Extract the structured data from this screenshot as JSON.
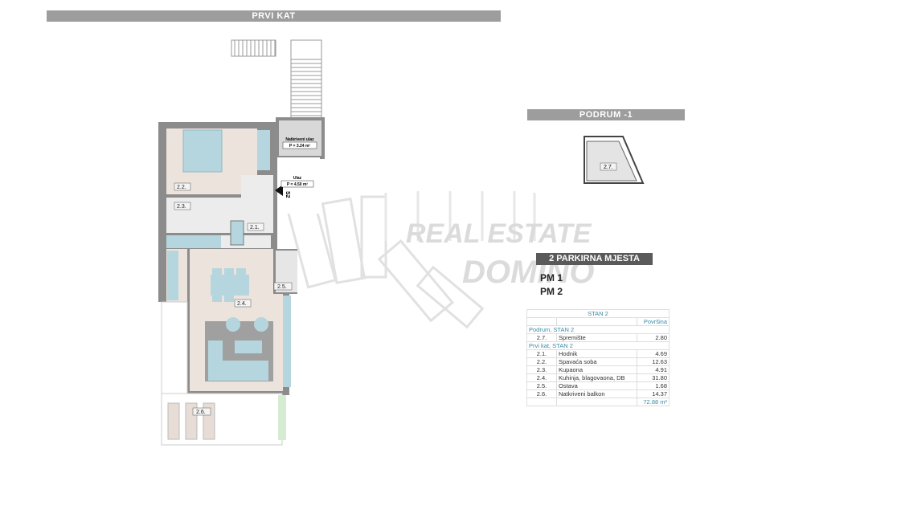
{
  "floors": {
    "first_floor_title": "PRVI KAT",
    "basement_title": "PODRUM -1"
  },
  "plan": {
    "rooms": {
      "r21": "2.1.",
      "r22": "2.2.",
      "r23": "2.3.",
      "r24": "2.4.",
      "r25": "2.5.",
      "r26": "2.6.",
      "r27": "2.7."
    },
    "covered_entry_label": "Natkriveni ulaz",
    "covered_entry_area": "P = 3.24 m²",
    "entry_label": "Ulaz",
    "entry_area": "P = 4.50 m²",
    "entry_code": "S2"
  },
  "parking": {
    "title": "2 PARKIRNA MJESTA",
    "spots": [
      "PM 1",
      "PM 2"
    ]
  },
  "watermark": {
    "line1": "REAL ESTATE",
    "line2": "DOMINO"
  },
  "area_table": {
    "title": "STAN 2",
    "column_header": "Površina",
    "sections": [
      {
        "name": "Podrum, STAN 2",
        "rows": [
          {
            "no": "2.7.",
            "room": "Spremište",
            "area": "2.80"
          }
        ]
      },
      {
        "name": "Prvi  kat, STAN 2",
        "rows": [
          {
            "no": "2.1.",
            "room": "Hodnik",
            "area": "4.69"
          },
          {
            "no": "2.2.",
            "room": "Spavaća soba",
            "area": "12.63"
          },
          {
            "no": "2.3.",
            "room": "Kupaona",
            "area": "4.91"
          },
          {
            "no": "2.4.",
            "room": "Kuhinja, blagovaona, DB",
            "area": "31.80"
          },
          {
            "no": "2.5.",
            "room": "Ostava",
            "area": "1.68"
          },
          {
            "no": "2.6.",
            "room": "Natkriveni  balkon",
            "area": "14.37"
          }
        ]
      }
    ],
    "total": "72.88 m²"
  },
  "colors": {
    "wall": "#8c8c8c",
    "floor": "#ece3dc",
    "furniture": "#b5d6de",
    "header": "#9d9d9d",
    "parking_header": "#5a5a5a",
    "table_blue": "#3a8aa8"
  }
}
